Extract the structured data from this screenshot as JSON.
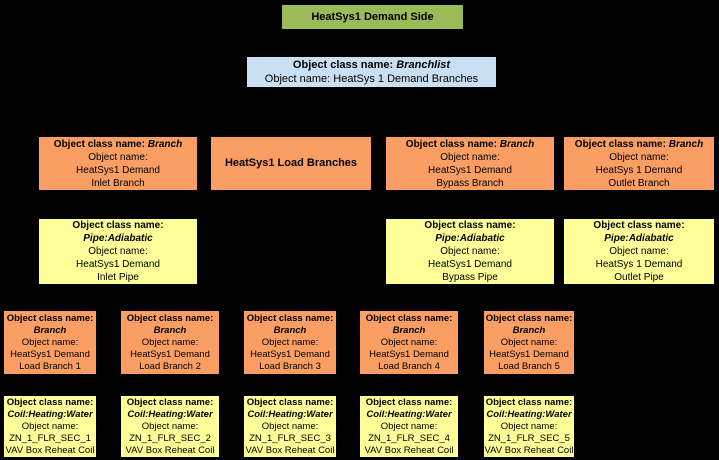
{
  "colors": {
    "background": "#000000",
    "green": "#9BBB59",
    "blue": "#C9DFF2",
    "orange": "#FA9E64",
    "yellow": "#FFFF99",
    "text": "#000000"
  },
  "labels": {
    "object_class_name": "Object class name:",
    "object_name": "Object name:"
  },
  "top_box": {
    "title": "HeatSys1 Demand Side"
  },
  "branchlist_box": {
    "class_name": "Branchlist",
    "object_name_line": "Object name: HeatSys 1 Demand Branches"
  },
  "branch_row": {
    "inlet": {
      "class_name": "Branch",
      "object_label": "Object name:",
      "name_line1": "HeatSys1 Demand",
      "name_line2": "Inlet Branch"
    },
    "load_title": "HeatSys1 Load Branches",
    "bypass": {
      "class_name": "Branch",
      "object_label": "Object name:",
      "name_line1": "HeatSys1 Demand",
      "name_line2": "Bypass Branch"
    },
    "outlet": {
      "class_name": "Branch",
      "object_label": "Object name:",
      "name_line1": "HeatSys 1 Demand",
      "name_line2": "Outlet Branch"
    }
  },
  "pipe_row": {
    "inlet": {
      "class_name": "Pipe:Adiabatic",
      "object_label": "Object name:",
      "name_line1": "HeatSys1 Demand",
      "name_line2": "Inlet Pipe"
    },
    "bypass": {
      "class_name": "Pipe:Adiabatic",
      "object_label": "Object name:",
      "name_line1": "HeatSys1 Demand",
      "name_line2": "Bypass Pipe"
    },
    "outlet": {
      "class_name": "Pipe:Adiabatic",
      "object_label": "Object name:",
      "name_line1": "HeatSys 1 Demand",
      "name_line2": "Outlet Pipe"
    }
  },
  "load_branch_row": [
    {
      "class_name": "Branch",
      "object_label": "Object name:",
      "name_line1": "HeatSys1 Demand",
      "name_line2": "Load Branch 1"
    },
    {
      "class_name": "Branch",
      "object_label": "Object name:",
      "name_line1": "HeatSys1 Demand",
      "name_line2": "Load Branch 2"
    },
    {
      "class_name": "Branch",
      "object_label": "Object name:",
      "name_line1": "HeatSys1 Demand",
      "name_line2": "Load Branch 3"
    },
    {
      "class_name": "Branch",
      "object_label": "Object name:",
      "name_line1": "HeatSys1 Demand",
      "name_line2": "Load Branch 4"
    },
    {
      "class_name": "Branch",
      "object_label": "Object name:",
      "name_line1": "HeatSys1 Demand",
      "name_line2": "Load Branch 5"
    }
  ],
  "coil_row": [
    {
      "class_name": "Coil:Heating:Water",
      "object_label": "Object name:",
      "name_line1": "ZN_1_FLR_SEC_1",
      "name_line2": "VAV Box Reheat Coil"
    },
    {
      "class_name": "Coil:Heating:Water",
      "object_label": "Object name:",
      "name_line1": "ZN_1_FLR_SEC_2",
      "name_line2": "VAV Box Reheat Coil"
    },
    {
      "class_name": "Coil:Heating:Water",
      "object_label": "Object name:",
      "name_line1": "ZN_1_FLR_SEC_3",
      "name_line2": "VAV Box Reheat Coil"
    },
    {
      "class_name": "Coil:Heating:Water",
      "object_label": "Object name:",
      "name_line1": "ZN_1_FLR_SEC_4",
      "name_line2": "VAV Box Reheat Coil"
    },
    {
      "class_name": "Coil:Heating:Water",
      "object_label": "Object name:",
      "name_line1": "ZN_1_FLR_SEC_5",
      "name_line2": "VAV Box Reheat Coil"
    }
  ]
}
